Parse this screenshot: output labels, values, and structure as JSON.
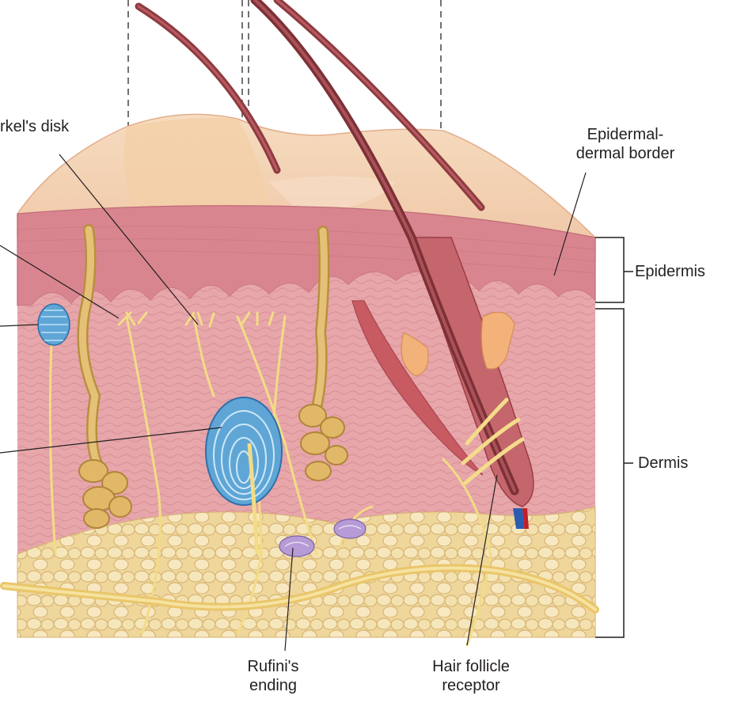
{
  "diagram": {
    "labels": {
      "merkels_disk": "rkel's disk",
      "epidermal_dermal_border_line1": "Epidermal-",
      "epidermal_dermal_border_line2": "dermal border",
      "epidermis": "Epidermis",
      "dermis": "Dermis",
      "rufinis_ending_line1": "Rufini's",
      "rufinis_ending_line2": "ending",
      "hair_follicle_receptor_line1": "Hair follicle",
      "hair_follicle_receptor_line2": "receptor"
    },
    "colors": {
      "epidermis_surface": "#f1c6a6",
      "epidermis_layer": "#d98a92",
      "dermis": "#e8a9ad",
      "subcutaneous_fat": "#f0d9a0",
      "nerve": "#f3df8a",
      "hair": "#8e3b40",
      "corpuscle": "#5fa6d6",
      "gland": "#d9b36a",
      "leader_line": "#231f20"
    }
  }
}
